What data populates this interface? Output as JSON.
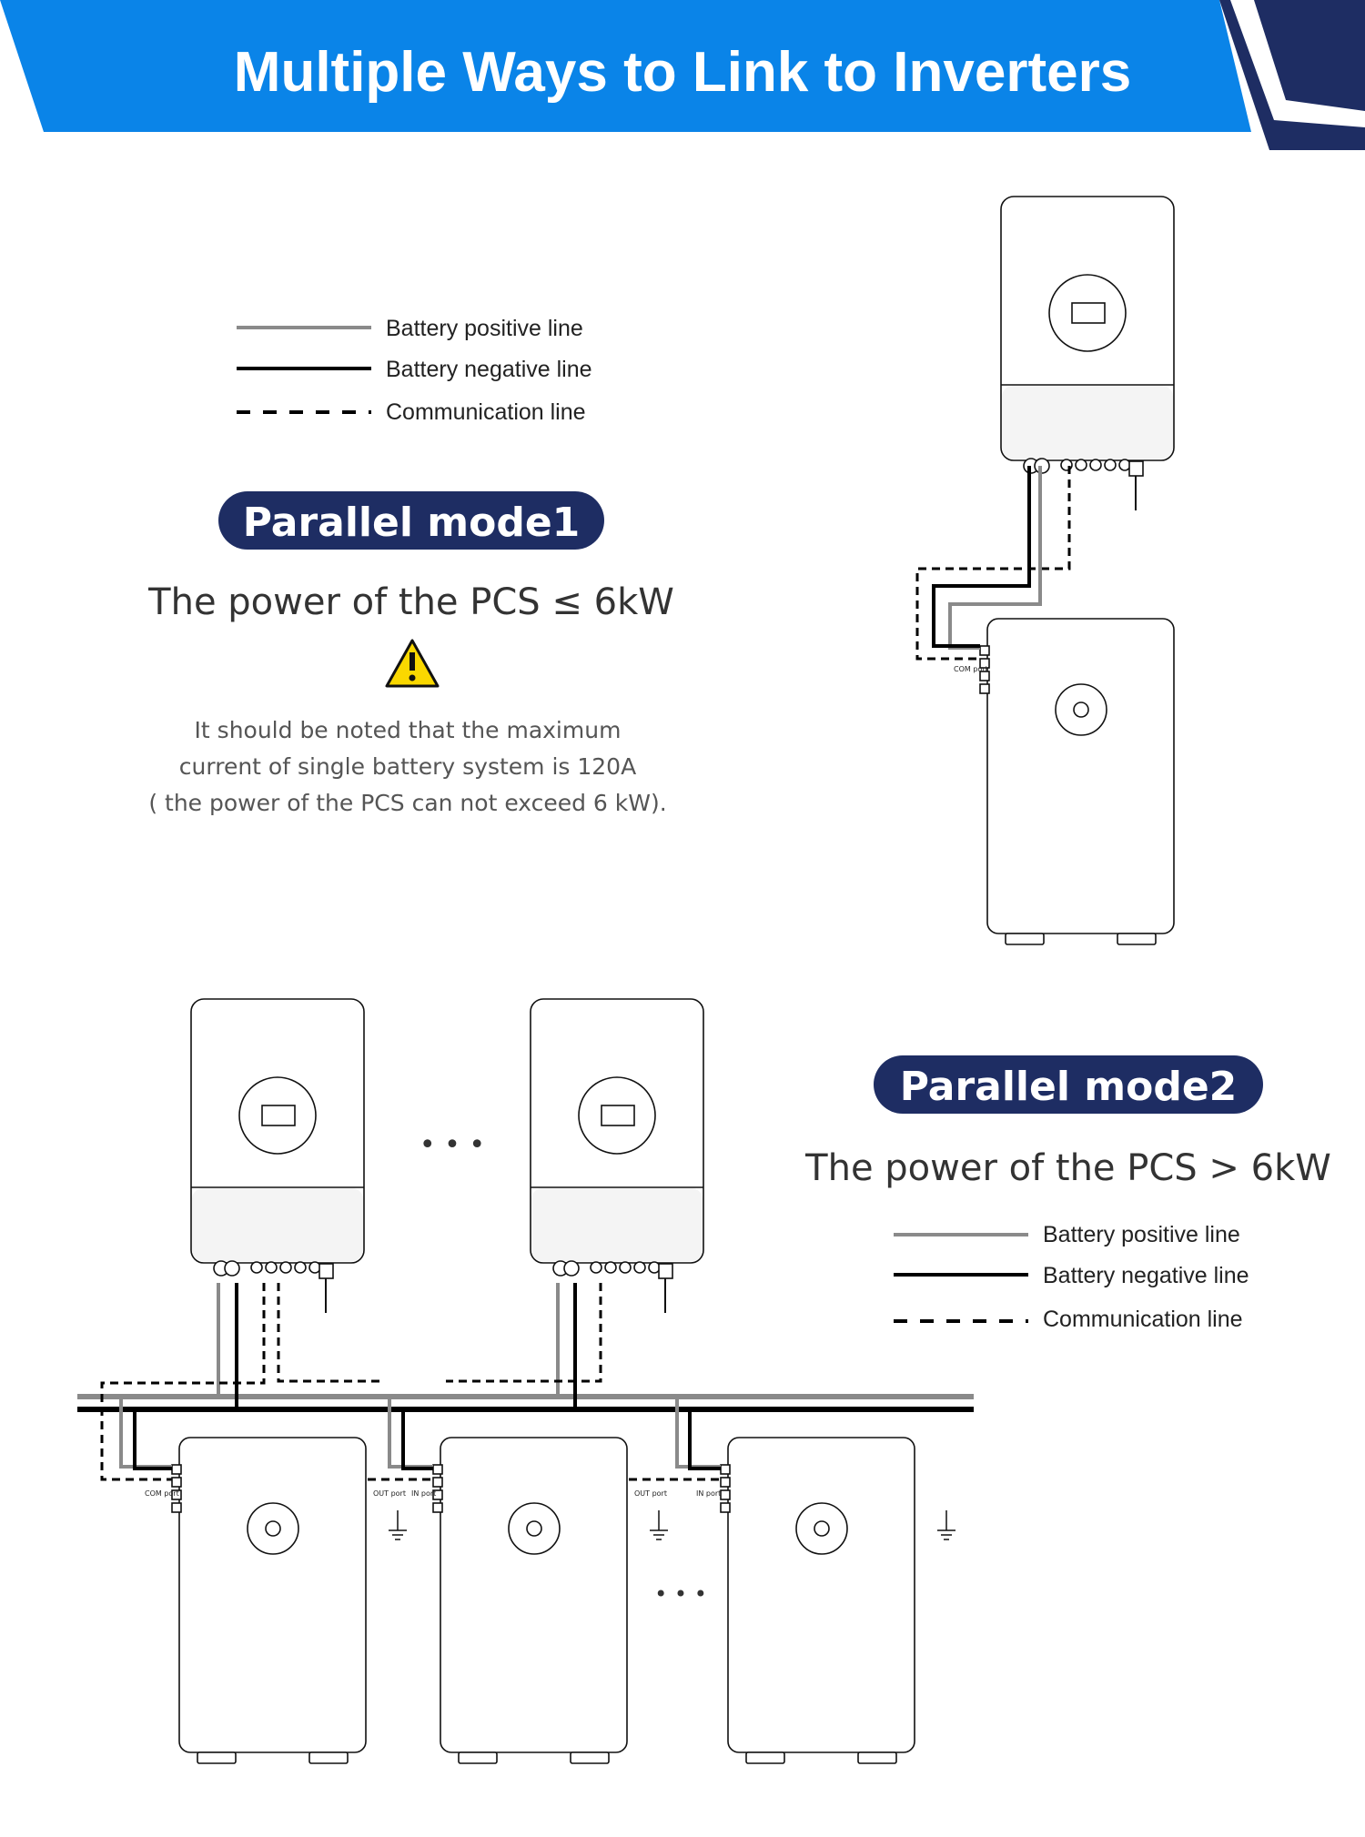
{
  "header": {
    "title": "Multiple Ways to Link to Inverters",
    "colors": {
      "banner": "#0a84e8",
      "accent": "#1e2d63",
      "pill": "#1e2d63"
    }
  },
  "legend": {
    "positive": "Battery positive line",
    "negative": "Battery negative line",
    "communication": "Communication line"
  },
  "mode1": {
    "label": "Parallel mode1",
    "power": "The power of the PCS ≤ 6kW",
    "note_lines": [
      "It should be noted that the maximum",
      "current of single battery system is 120A",
      "( the power of the PCS can not exceed 6 kW)."
    ],
    "warning_icon": "warning-icon"
  },
  "mode2": {
    "label": "Parallel mode2",
    "power": "The power of the PCS > 6kW"
  },
  "ports": {
    "com": "COM port",
    "out": "OUT port",
    "in": "IN port"
  },
  "ellipsis": "• • •"
}
